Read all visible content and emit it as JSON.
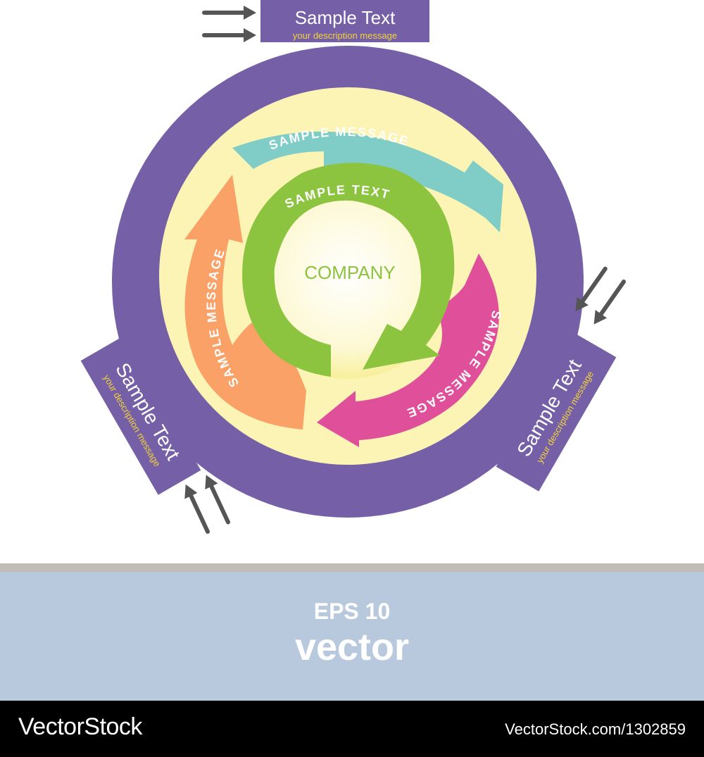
{
  "colors": {
    "purple": "#7560a8",
    "yellow": "#fbf4b4",
    "teal": "#7fcdc6",
    "pink": "#e0509a",
    "orange": "#f9a166",
    "green": "#8cc440",
    "arrow_gray": "#555555",
    "desc_yellow": "#f2d437",
    "blue_band": "#b8c9de"
  },
  "diagram": {
    "center_label": "COMPANY",
    "inner_ring_label": "SAMPLE TEXT",
    "arrow_labels": {
      "teal": "SAMPLE MESSAGE",
      "pink": "SAMPLE MESSAGE",
      "orange": "SAMPLE MESSAGE"
    },
    "tabs": [
      {
        "title": "Sample Text",
        "description": "your description message"
      },
      {
        "title": "Sample Text",
        "description": "your description message"
      },
      {
        "title": "Sample Text",
        "description": "your description message"
      }
    ],
    "icons": [
      "double-arrow-icon",
      "double-arrow-icon",
      "double-arrow-icon"
    ]
  },
  "banner": {
    "line1": "EPS 10",
    "line2": "vector"
  },
  "footer": {
    "brand": "VectorStock",
    "url": "VectorStock.com/1302859"
  }
}
